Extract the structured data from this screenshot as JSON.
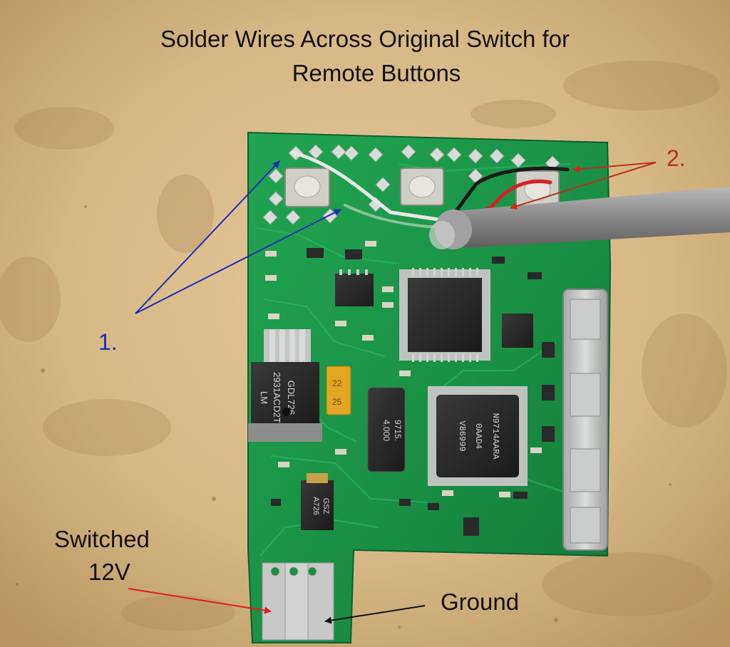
{
  "title": {
    "line1": "Solder Wires Across Original Switch for",
    "line2": "Remote Buttons"
  },
  "callouts": {
    "one": {
      "text": "1.",
      "color": "#1a2fb8"
    },
    "two": {
      "text": "2.",
      "color": "#b8321a"
    }
  },
  "labels": {
    "switched": "Switched",
    "voltage": "12V",
    "ground": "Ground"
  },
  "colors": {
    "background": "#d9bd8f",
    "pcb": "#1c9a4a",
    "arrow_red": "#e0201a",
    "arrow_black": "#111111",
    "arrow_blue": "#1a2fb8"
  },
  "chip_markings": {
    "regulator_model": "LM",
    "regulator_part": "2931ACD2T",
    "regulator_code": "GDL726",
    "capacitor_top": "22",
    "capacitor_bottom": "25",
    "crystal_freq": "4.000",
    "crystal_code": "9715.",
    "mcu_code": "N9714AARA",
    "mcu_batch": "0AAD4",
    "mcu_part": "V86999",
    "small_ic_code": "A726",
    "small_ic_code2": "GSZ"
  }
}
